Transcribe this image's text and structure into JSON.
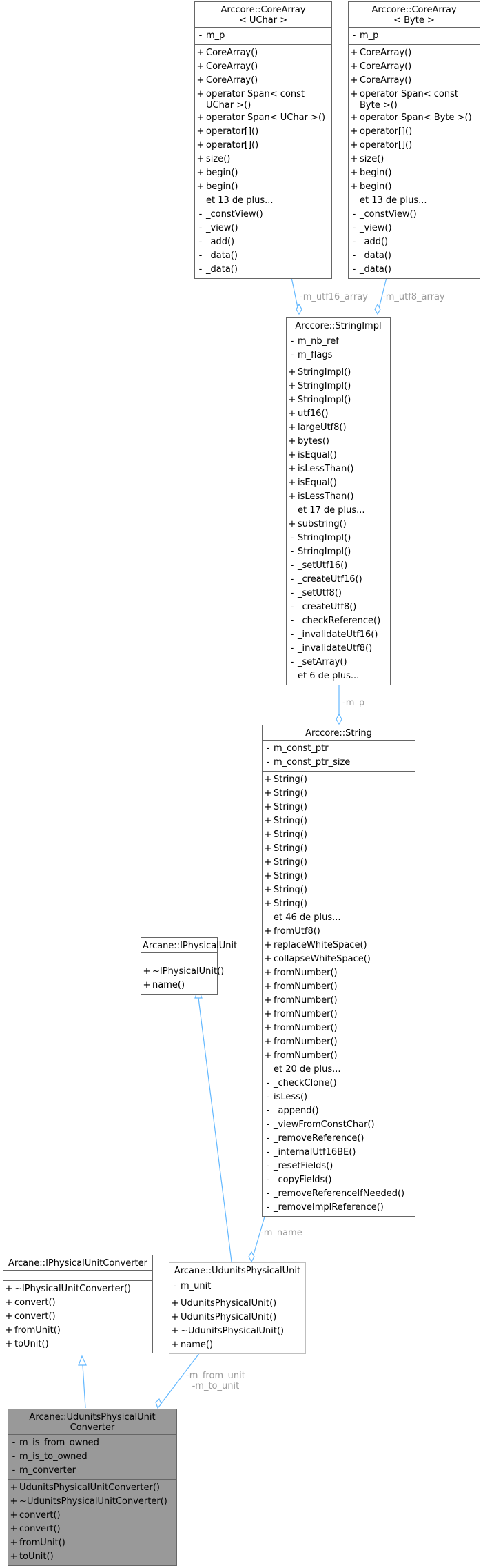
{
  "colors": {
    "edge": "#63b8ff",
    "border": "#666666",
    "focus_fill": "#999999",
    "label": "#9a9a9a"
  },
  "classes": {
    "corearray_uchar": {
      "title": "Arccore::CoreArray\n< UChar >",
      "attributes": [
        {
          "vis": "-",
          "name": "m_p"
        }
      ],
      "methods": [
        {
          "vis": "+",
          "name": "CoreArray()"
        },
        {
          "vis": "+",
          "name": "CoreArray()"
        },
        {
          "vis": "+",
          "name": "CoreArray()"
        },
        {
          "vis": "+",
          "name": "operator Span< const\n UChar >()"
        },
        {
          "vis": "+",
          "name": "operator Span< UChar >()"
        },
        {
          "vis": "+",
          "name": "operator[]()"
        },
        {
          "vis": "+",
          "name": "operator[]()"
        },
        {
          "vis": "+",
          "name": "size()"
        },
        {
          "vis": "+",
          "name": "begin()"
        },
        {
          "vis": "+",
          "name": "begin()"
        },
        {
          "vis": "",
          "name": "et 13 de plus..."
        },
        {
          "vis": "-",
          "name": "_constView()"
        },
        {
          "vis": "-",
          "name": "_view()"
        },
        {
          "vis": "-",
          "name": "_add()"
        },
        {
          "vis": "-",
          "name": "_data()"
        },
        {
          "vis": "-",
          "name": "_data()"
        }
      ]
    },
    "corearray_byte": {
      "title": "Arccore::CoreArray\n< Byte >",
      "attributes": [
        {
          "vis": "-",
          "name": "m_p"
        }
      ],
      "methods": [
        {
          "vis": "+",
          "name": "CoreArray()"
        },
        {
          "vis": "+",
          "name": "CoreArray()"
        },
        {
          "vis": "+",
          "name": "CoreArray()"
        },
        {
          "vis": "+",
          "name": "operator Span< const\n Byte >()"
        },
        {
          "vis": "+",
          "name": "operator Span< Byte >()"
        },
        {
          "vis": "+",
          "name": "operator[]()"
        },
        {
          "vis": "+",
          "name": "operator[]()"
        },
        {
          "vis": "+",
          "name": "size()"
        },
        {
          "vis": "+",
          "name": "begin()"
        },
        {
          "vis": "+",
          "name": "begin()"
        },
        {
          "vis": "",
          "name": "et 13 de plus..."
        },
        {
          "vis": "-",
          "name": "_constView()"
        },
        {
          "vis": "-",
          "name": "_view()"
        },
        {
          "vis": "-",
          "name": "_add()"
        },
        {
          "vis": "-",
          "name": "_data()"
        },
        {
          "vis": "-",
          "name": "_data()"
        }
      ]
    },
    "stringimpl": {
      "title": "Arccore::StringImpl",
      "attributes": [
        {
          "vis": "-",
          "name": "m_nb_ref"
        },
        {
          "vis": "-",
          "name": "m_flags"
        }
      ],
      "methods": [
        {
          "vis": "+",
          "name": "StringImpl()"
        },
        {
          "vis": "+",
          "name": "StringImpl()"
        },
        {
          "vis": "+",
          "name": "StringImpl()"
        },
        {
          "vis": "+",
          "name": "utf16()"
        },
        {
          "vis": "+",
          "name": "largeUtf8()"
        },
        {
          "vis": "+",
          "name": "bytes()"
        },
        {
          "vis": "+",
          "name": "isEqual()"
        },
        {
          "vis": "+",
          "name": "isLessThan()"
        },
        {
          "vis": "+",
          "name": "isEqual()"
        },
        {
          "vis": "+",
          "name": "isLessThan()"
        },
        {
          "vis": "",
          "name": "et 17 de plus..."
        },
        {
          "vis": "+",
          "name": "substring()"
        },
        {
          "vis": "-",
          "name": "StringImpl()"
        },
        {
          "vis": "-",
          "name": "StringImpl()"
        },
        {
          "vis": "-",
          "name": "_setUtf16()"
        },
        {
          "vis": "-",
          "name": "_createUtf16()"
        },
        {
          "vis": "-",
          "name": "_setUtf8()"
        },
        {
          "vis": "-",
          "name": "_createUtf8()"
        },
        {
          "vis": "-",
          "name": "_checkReference()"
        },
        {
          "vis": "-",
          "name": "_invalidateUtf16()"
        },
        {
          "vis": "-",
          "name": "_invalidateUtf8()"
        },
        {
          "vis": "-",
          "name": "_setArray()"
        },
        {
          "vis": "",
          "name": "et 6 de plus..."
        }
      ]
    },
    "string": {
      "title": "Arccore::String",
      "attributes": [
        {
          "vis": "-",
          "name": "m_const_ptr"
        },
        {
          "vis": "-",
          "name": "m_const_ptr_size"
        }
      ],
      "methods": [
        {
          "vis": "+",
          "name": "String()"
        },
        {
          "vis": "+",
          "name": "String()"
        },
        {
          "vis": "+",
          "name": "String()"
        },
        {
          "vis": "+",
          "name": "String()"
        },
        {
          "vis": "+",
          "name": "String()"
        },
        {
          "vis": "+",
          "name": "String()"
        },
        {
          "vis": "+",
          "name": "String()"
        },
        {
          "vis": "+",
          "name": "String()"
        },
        {
          "vis": "+",
          "name": "String()"
        },
        {
          "vis": "+",
          "name": "String()"
        },
        {
          "vis": "",
          "name": "et 46 de plus..."
        },
        {
          "vis": "+",
          "name": "fromUtf8()"
        },
        {
          "vis": "+",
          "name": "replaceWhiteSpace()"
        },
        {
          "vis": "+",
          "name": "collapseWhiteSpace()"
        },
        {
          "vis": "+",
          "name": "fromNumber()"
        },
        {
          "vis": "+",
          "name": "fromNumber()"
        },
        {
          "vis": "+",
          "name": "fromNumber()"
        },
        {
          "vis": "+",
          "name": "fromNumber()"
        },
        {
          "vis": "+",
          "name": "fromNumber()"
        },
        {
          "vis": "+",
          "name": "fromNumber()"
        },
        {
          "vis": "+",
          "name": "fromNumber()"
        },
        {
          "vis": "",
          "name": "et 20 de plus..."
        },
        {
          "vis": "-",
          "name": "_checkClone()"
        },
        {
          "vis": "-",
          "name": "isLess()"
        },
        {
          "vis": "-",
          "name": "_append()"
        },
        {
          "vis": "-",
          "name": "_viewFromConstChar()"
        },
        {
          "vis": "-",
          "name": "_removeReference()"
        },
        {
          "vis": "-",
          "name": "_internalUtf16BE()"
        },
        {
          "vis": "-",
          "name": "_resetFields()"
        },
        {
          "vis": "-",
          "name": "_copyFields()"
        },
        {
          "vis": "-",
          "name": "_removeReferenceIfNeeded()"
        },
        {
          "vis": "-",
          "name": "_removeImplReference()"
        }
      ]
    },
    "iphysicalunit": {
      "title": "Arcane::IPhysicalUnit",
      "attributes": [],
      "methods": [
        {
          "vis": "+",
          "name": "~IPhysicalUnit()"
        },
        {
          "vis": "+",
          "name": "name()"
        }
      ]
    },
    "iphysicalunitconverter": {
      "title": "Arcane::IPhysicalUnitConverter",
      "attributes": [],
      "methods": [
        {
          "vis": "+",
          "name": "~IPhysicalUnitConverter()"
        },
        {
          "vis": "+",
          "name": "convert()"
        },
        {
          "vis": "+",
          "name": "convert()"
        },
        {
          "vis": "+",
          "name": "fromUnit()"
        },
        {
          "vis": "+",
          "name": "toUnit()"
        }
      ]
    },
    "udunitsphysicalunit": {
      "title": "Arcane::UdunitsPhysicalUnit",
      "attributes": [
        {
          "vis": "-",
          "name": "m_unit"
        }
      ],
      "methods": [
        {
          "vis": "+",
          "name": "UdunitsPhysicalUnit()"
        },
        {
          "vis": "+",
          "name": "UdunitsPhysicalUnit()"
        },
        {
          "vis": "+",
          "name": "~UdunitsPhysicalUnit()"
        },
        {
          "vis": "+",
          "name": "name()"
        }
      ]
    },
    "udunitsphysicalunitconverter": {
      "title": "Arcane::UdunitsPhysicalUnit\nConverter",
      "attributes": [
        {
          "vis": "-",
          "name": "m_is_from_owned"
        },
        {
          "vis": "-",
          "name": "m_is_to_owned"
        },
        {
          "vis": "-",
          "name": "m_converter"
        }
      ],
      "methods": [
        {
          "vis": "+",
          "name": "UdunitsPhysicalUnitConverter()"
        },
        {
          "vis": "+",
          "name": "~UdunitsPhysicalUnitConverter()"
        },
        {
          "vis": "+",
          "name": "convert()"
        },
        {
          "vis": "+",
          "name": "convert()"
        },
        {
          "vis": "+",
          "name": "fromUnit()"
        },
        {
          "vis": "+",
          "name": "toUnit()"
        }
      ]
    }
  },
  "edge_labels": {
    "utf16": "-m_utf16_array",
    "utf8": "-m_utf8_array",
    "mp": "-m_p",
    "mname": "-m_name",
    "from_to": "-m_from_unit\n-m_to_unit"
  }
}
